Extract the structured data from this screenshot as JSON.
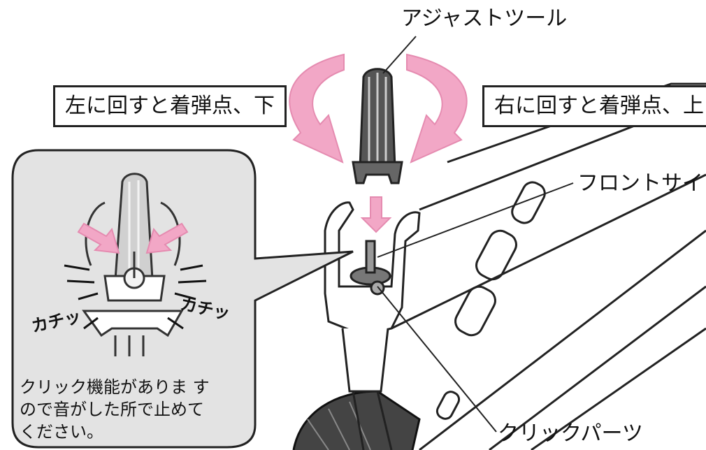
{
  "labels": {
    "adjust_tool": "アジャストツール",
    "left_turn": "左に回すと着弾点、下",
    "right_turn": "右に回すと着弾点、上",
    "front_sight": "フロントサイト",
    "click_parts": "クリックパーツ",
    "click_sound": "カチッ",
    "click_note_line1": "クリック機能がありま す",
    "click_note_line2": "ので音がした所で止めて",
    "click_note_line3": "ください。"
  },
  "colors": {
    "arrow_pink": "#f2a7c6",
    "arrow_pink_stroke": "#e58bb0",
    "inset_bg": "#e3e3e3",
    "line": "#222222"
  }
}
